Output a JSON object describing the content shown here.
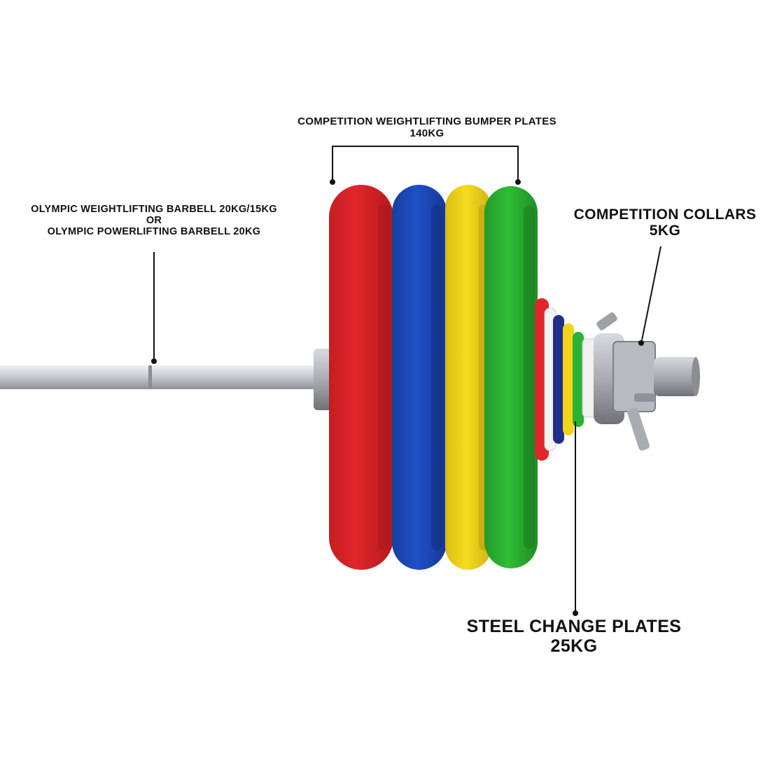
{
  "labels": {
    "bumper_plates": {
      "name": "COMPETITION WEIGHTLIFTING BUMPER PLATES",
      "weight": "140KG"
    },
    "barbell": {
      "line1": "OLYMPIC WEIGHTLIFTING BARBELL 20KG/15KG",
      "line2": "OR",
      "line3": "OLYMPIC POWERLIFTING BARBELL 20KG"
    },
    "collars": {
      "name": "COMPETITION COLLARS",
      "weight": "5KG"
    },
    "change_plates": {
      "name": "STEEL CHANGE PLATES",
      "weight": "25KG"
    }
  },
  "colors": {
    "background": "#ffffff",
    "text": "#111111",
    "plate_red": "#e0262a",
    "plate_blue": "#1f4fc4",
    "plate_yellow": "#f2d51b",
    "plate_green": "#2bb232",
    "bar_steel": "#c9ccd1",
    "collar_steel": "#a9adb3"
  }
}
